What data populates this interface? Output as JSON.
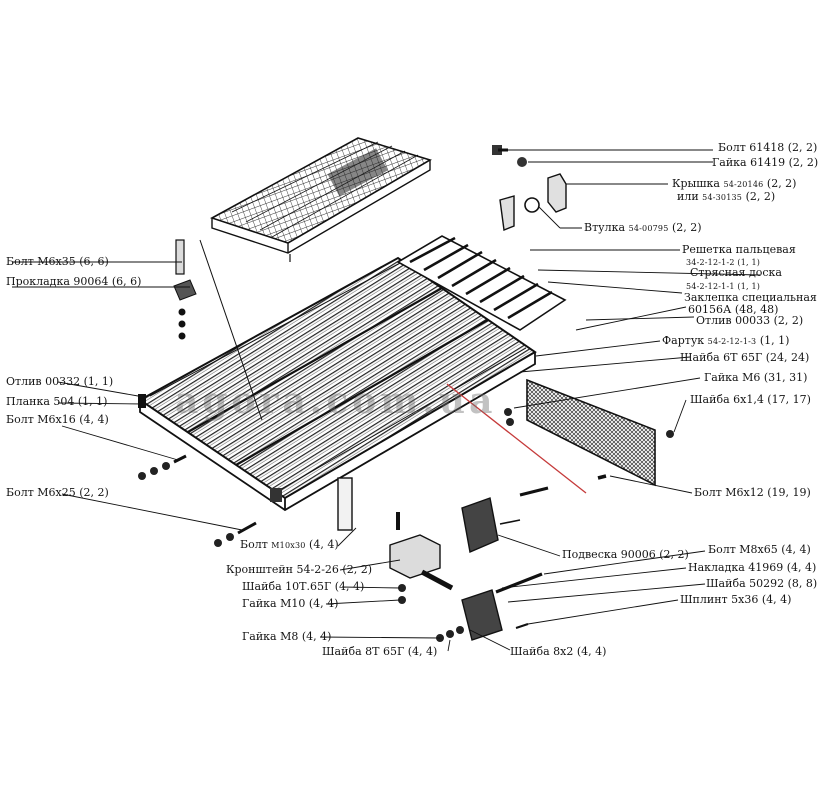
{
  "watermark": "agora.com.ua",
  "labels": {
    "bolt_61418": "Болт 61418 (2, 2)",
    "gayka_61419": "Гайка 61419 (2, 2)",
    "kryshka_a": "Крышка ",
    "kryshka_code": "54-20146",
    "kryshka_b": " (2, 2)",
    "ili_a": "или ",
    "ili_code": "54-30135",
    "ili_b": " (2, 2)",
    "vtulka_a": "Втулка ",
    "vtulka_code": "54-00795",
    "vtulka_b": " (2, 2)",
    "reshetka_1": "Решетка пальцевая",
    "reshetka_2": "34-2-12-1-2 (1, 1)",
    "stryasnaya_1": "Стрясная доска",
    "stryasnaya_2": "54-2-12-1-1 (1, 1)",
    "zaklepka_1": "Заклепка специальная",
    "zaklepka_2": "60156А (48, 48)",
    "otliv_00033": "Отлив 00033 (2, 2)",
    "fartuk_a": "Фартук ",
    "fartuk_code": "54-2-12-1-3",
    "fartuk_b": " (1, 1)",
    "shayba_6t": "Шайба 6Т 65Г (24, 24)",
    "gayka_m6": "Гайка М6 (31, 31)",
    "shayba_6x14": "Шайба 6х1,4 (17, 17)",
    "bolt_m6x12": "Болт М6х12 (19, 19)",
    "bolt_m6x35": "Болт М6х35 (6, 6)",
    "prokladka": "Прокладка 90064 (6, 6)",
    "otliv_00332": "Отлив 00332 (1, 1)",
    "planka": "Планка 504 (1, 1)",
    "bolt_m6x16": "Болт М6х16 (4, 4)",
    "bolt_m6x25": "Болт М6х25 (2, 2)",
    "bolt_m10x30_a": "Болт ",
    "bolt_m10x30_code": "М10х30",
    "bolt_m10x30_b": " (4, 4)",
    "kronshteyn": "Кронштейн 54-2-26 (2, 2)",
    "shayba_10t": "Шайба 10Т.65Г (4, 4)",
    "gayka_m10": "Гайка М10 (4, 4)",
    "gayka_m8": "Гайка М8 (4, 4)",
    "shayba_8t": "Шайба 8Т 65Г (4, 4)",
    "shayba_8x2": "Шайба 8х2 (4, 4)",
    "podveska": "Подвеска 90006 (2, 2)",
    "bolt_m8x65": "Болт М8х65 (4, 4)",
    "nakladka": "Накладка 41969 (4, 4)",
    "shayba_50292": "Шайба 50292 (8, 8)",
    "shplint": "Шплинт 5х36 (4, 4)"
  }
}
